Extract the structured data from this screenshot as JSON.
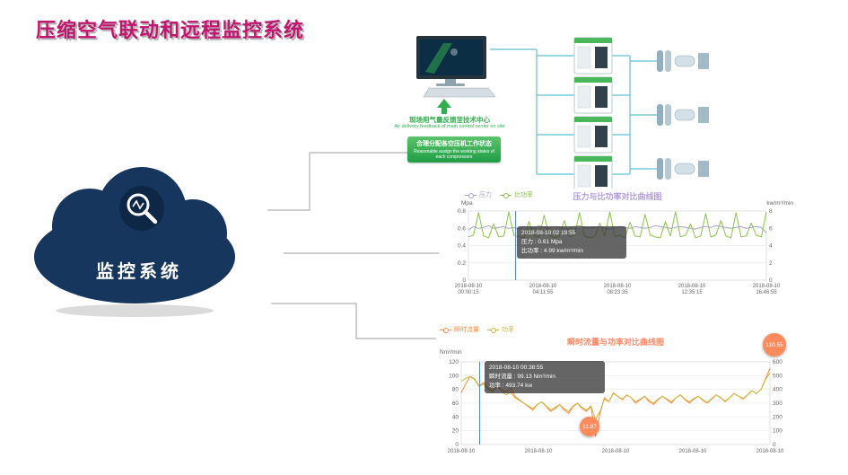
{
  "page": {
    "title": "压缩空气联动和远程监控系统",
    "title_color": "#c2156f",
    "background": "#ffffff"
  },
  "cloud": {
    "label": "监控系统",
    "color": "#17365d",
    "icon": "magnifier-icon"
  },
  "diagram": {
    "accent_green": "#2eaf4b",
    "feedback_cn": "现场用气量反馈至技术中心",
    "feedback_en": "Air delivery feedback of main control center on site",
    "assign_cn": "合理分配各空压机工作状态",
    "assign_en": "Reasonable assign the working states of each compressors"
  },
  "chart_data": [
    {
      "type": "line",
      "title": "压力与比功率对比曲线图",
      "title_color": "#b39ddb",
      "left_unit": "Mpa",
      "right_unit": "kw/m³/min",
      "left_ticks": [
        "0.8",
        "0.6",
        "0.4",
        "0.2",
        "0"
      ],
      "right_ticks": [
        "8",
        "6",
        "4",
        "2",
        "0"
      ],
      "ylim_left": [
        0,
        0.8
      ],
      "ylim_right": [
        0,
        8
      ],
      "grid": true,
      "legend_position": "top-left",
      "x_labels": [
        {
          "date": "2018-08-10",
          "time": "00:00:15"
        },
        {
          "date": "2018-08-10",
          "time": "04:11:55"
        },
        {
          "date": "2018-08-10",
          "time": "08:23:35"
        },
        {
          "date": "2018-08-10",
          "time": "12:35:15"
        },
        {
          "date": "2018-08-10",
          "time": "16:46:55"
        }
      ],
      "series": [
        {
          "name": "压力",
          "color": "#a9a5c9",
          "axis": "left",
          "min": 0,
          "max": 0.8,
          "values": [
            0.58,
            0.62,
            0.6,
            0.61,
            0.63,
            0.6,
            0.61,
            0.62,
            0.6,
            0.61,
            0.59,
            0.62,
            0.61,
            0.6,
            0.63,
            0.61,
            0.6,
            0.62,
            0.61,
            0.59,
            0.6,
            0.62,
            0.63,
            0.61,
            0.6,
            0.61,
            0.62,
            0.6,
            0.59,
            0.61,
            0.62,
            0.61,
            0.6,
            0.62,
            0.61,
            0.6,
            0.61,
            0.63,
            0.62,
            0.61,
            0.6,
            0.61,
            0.62,
            0.61,
            0.6,
            0.59,
            0.61,
            0.62,
            0.61,
            0.63,
            0.62,
            0.61,
            0.6,
            0.61,
            0.62,
            0.6,
            0.61,
            0.62,
            0.61,
            0.55
          ]
        },
        {
          "name": "比功率",
          "color": "#8bc34a",
          "axis": "right",
          "min": 0,
          "max": 8,
          "values": [
            5.0,
            5.2,
            7.8,
            5.1,
            4.9,
            6.5,
            5.0,
            5.1,
            7.9,
            5.2,
            5.0,
            4.9,
            6.8,
            5.1,
            5.0,
            7.5,
            5.2,
            4.9,
            5.1,
            6.9,
            5.0,
            5.2,
            7.8,
            5.1,
            4.9,
            5.0,
            6.6,
            5.1,
            7.9,
            5.0,
            5.2,
            4.9,
            6.7,
            5.1,
            5.0,
            7.6,
            5.2,
            5.0,
            4.9,
            6.8,
            5.1,
            7.9,
            5.0,
            5.2,
            6.5,
            4.9,
            5.1,
            7.7,
            5.0,
            5.2,
            6.9,
            5.1,
            4.9,
            7.8,
            5.0,
            5.1,
            6.6,
            5.2,
            5.0,
            7.9
          ]
        }
      ],
      "tooltip": {
        "line1": "2018-08-10 02:19:55",
        "line2": "压力 : 0.61 Mpa",
        "line3": "比功率 : 4.99 kw/m³/min"
      }
    },
    {
      "type": "line",
      "title": "瞬时流量与功率对比曲线图",
      "title_color": "#ff8a65",
      "left_unit": "Nm³/min",
      "right_unit": "",
      "left_ticks": [
        "120",
        "100",
        "80",
        "60",
        "40",
        "20",
        "0"
      ],
      "right_ticks": [
        "600",
        "500",
        "400",
        "300",
        "200",
        "100",
        "0"
      ],
      "ylim_left": [
        0,
        120
      ],
      "ylim_right": [
        0,
        600
      ],
      "grid": true,
      "legend_position": "top-left",
      "x_labels": [
        "2018-08-10",
        "2018-08-10",
        "2018-08-10",
        "2018-08-10",
        "2018-08-10"
      ],
      "series": [
        {
          "name": "瞬时流量",
          "color": "#ff8c42",
          "axis": "left",
          "min": 0,
          "max": 120,
          "values": [
            75,
            88,
            99.13,
            95,
            85,
            90,
            82,
            78,
            85,
            80,
            76,
            82,
            70,
            65,
            60,
            55,
            50,
            58,
            62,
            55,
            48,
            52,
            58,
            50,
            45,
            55,
            60,
            52,
            48,
            55,
            11.87,
            45,
            68,
            62,
            75,
            70,
            65,
            72,
            68,
            60,
            65,
            70,
            62,
            58,
            65,
            70,
            65,
            60,
            68,
            72,
            65,
            60,
            66,
            70,
            64,
            60,
            66,
            72,
            68,
            62,
            68,
            74,
            70,
            66,
            72,
            78,
            74,
            80,
            95,
            110.55
          ]
        },
        {
          "name": "功率",
          "color": "#cdb53b",
          "axis": "right",
          "min": 0,
          "max": 600,
          "values": [
            460,
            480,
            493.74,
            470,
            420,
            440,
            400,
            380,
            420,
            390,
            360,
            380,
            340,
            320,
            300,
            280,
            260,
            290,
            310,
            280,
            250,
            270,
            290,
            260,
            240,
            280,
            300,
            270,
            250,
            280,
            180,
            240,
            330,
            310,
            370,
            350,
            330,
            360,
            340,
            310,
            330,
            350,
            320,
            300,
            330,
            350,
            330,
            310,
            340,
            360,
            330,
            310,
            335,
            350,
            325,
            305,
            335,
            360,
            340,
            315,
            340,
            370,
            350,
            335,
            360,
            390,
            370,
            400,
            470,
            520
          ]
        }
      ],
      "tooltip": {
        "line1": "2018-08-10 00:38:55",
        "line2": "瞬时流量 : 99.13 Nm³/min",
        "line3": "功率 : 493.74 kw"
      },
      "badges": [
        {
          "value": "110.55",
          "color": "#ff8a5c"
        },
        {
          "value": "11.87",
          "color": "#ff8a5c"
        }
      ]
    }
  ]
}
